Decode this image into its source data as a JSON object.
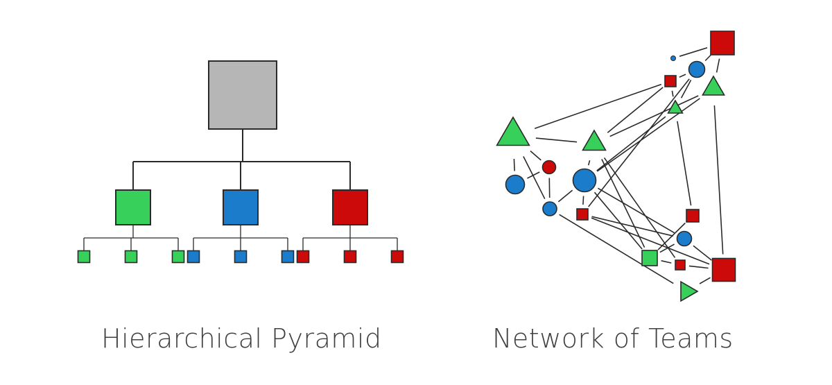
{
  "captions": {
    "left": "Hierarchical Pyramid",
    "right": "Network of Teams"
  },
  "colors": {
    "gray": "#b6b6b6",
    "green": "#37d05a",
    "blue": "#1b7ccc",
    "red": "#cc0a0a",
    "stroke": "#2a2a2a",
    "text": "#3f3f3f"
  },
  "hierarchy": {
    "top": {
      "color": "gray"
    },
    "teams": [
      {
        "color": "green",
        "members": 3
      },
      {
        "color": "blue",
        "members": 3
      },
      {
        "color": "red",
        "members": 3
      }
    ]
  },
  "network": {
    "nodes": [
      {
        "id": "n0",
        "shape": "dot",
        "color": "blue"
      },
      {
        "id": "n1",
        "shape": "square",
        "color": "red"
      },
      {
        "id": "n2",
        "shape": "circle",
        "color": "blue"
      },
      {
        "id": "n3",
        "shape": "square",
        "color": "red"
      },
      {
        "id": "n4",
        "shape": "triangle",
        "color": "green"
      },
      {
        "id": "n5",
        "shape": "triangle",
        "color": "green"
      },
      {
        "id": "n6",
        "shape": "triangle",
        "color": "green"
      },
      {
        "id": "n7",
        "shape": "triangle",
        "color": "green"
      },
      {
        "id": "n8",
        "shape": "circle",
        "color": "red"
      },
      {
        "id": "n9",
        "shape": "circle",
        "color": "blue"
      },
      {
        "id": "n10",
        "shape": "circle",
        "color": "blue"
      },
      {
        "id": "n11",
        "shape": "circle",
        "color": "blue"
      },
      {
        "id": "n12",
        "shape": "square",
        "color": "red"
      },
      {
        "id": "n13",
        "shape": "square",
        "color": "red"
      },
      {
        "id": "n14",
        "shape": "circle",
        "color": "blue"
      },
      {
        "id": "n15",
        "shape": "square",
        "color": "green"
      },
      {
        "id": "n16",
        "shape": "square",
        "color": "red"
      },
      {
        "id": "n17",
        "shape": "square",
        "color": "red"
      },
      {
        "id": "n18",
        "shape": "triangle",
        "color": "green"
      }
    ],
    "edges": [
      [
        "n0",
        "n1"
      ],
      [
        "n2",
        "n1"
      ],
      [
        "n2",
        "n6"
      ],
      [
        "n2",
        "n3"
      ],
      [
        "n1",
        "n5"
      ],
      [
        "n4",
        "n3"
      ],
      [
        "n3",
        "n6"
      ],
      [
        "n3",
        "n7"
      ],
      [
        "n4",
        "n7"
      ],
      [
        "n4",
        "n9"
      ],
      [
        "n4",
        "n8"
      ],
      [
        "n4",
        "n10"
      ],
      [
        "n7",
        "n5"
      ],
      [
        "n7",
        "n15"
      ],
      [
        "n7",
        "n16"
      ],
      [
        "n5",
        "n11"
      ],
      [
        "n2",
        "n13"
      ],
      [
        "n5",
        "n17"
      ],
      [
        "n6",
        "n12"
      ],
      [
        "n6",
        "n11"
      ],
      [
        "n7",
        "n11"
      ],
      [
        "n8",
        "n9"
      ],
      [
        "n8",
        "n10"
      ],
      [
        "n11",
        "n10"
      ],
      [
        "n11",
        "n13"
      ],
      [
        "n11",
        "n15"
      ],
      [
        "n11",
        "n14"
      ],
      [
        "n10",
        "n18"
      ],
      [
        "n12",
        "n15"
      ],
      [
        "n13",
        "n14"
      ],
      [
        "n13",
        "n17"
      ],
      [
        "n14",
        "n15"
      ],
      [
        "n14",
        "n17"
      ],
      [
        "n15",
        "n16"
      ],
      [
        "n16",
        "n17"
      ],
      [
        "n17",
        "n18"
      ]
    ]
  }
}
